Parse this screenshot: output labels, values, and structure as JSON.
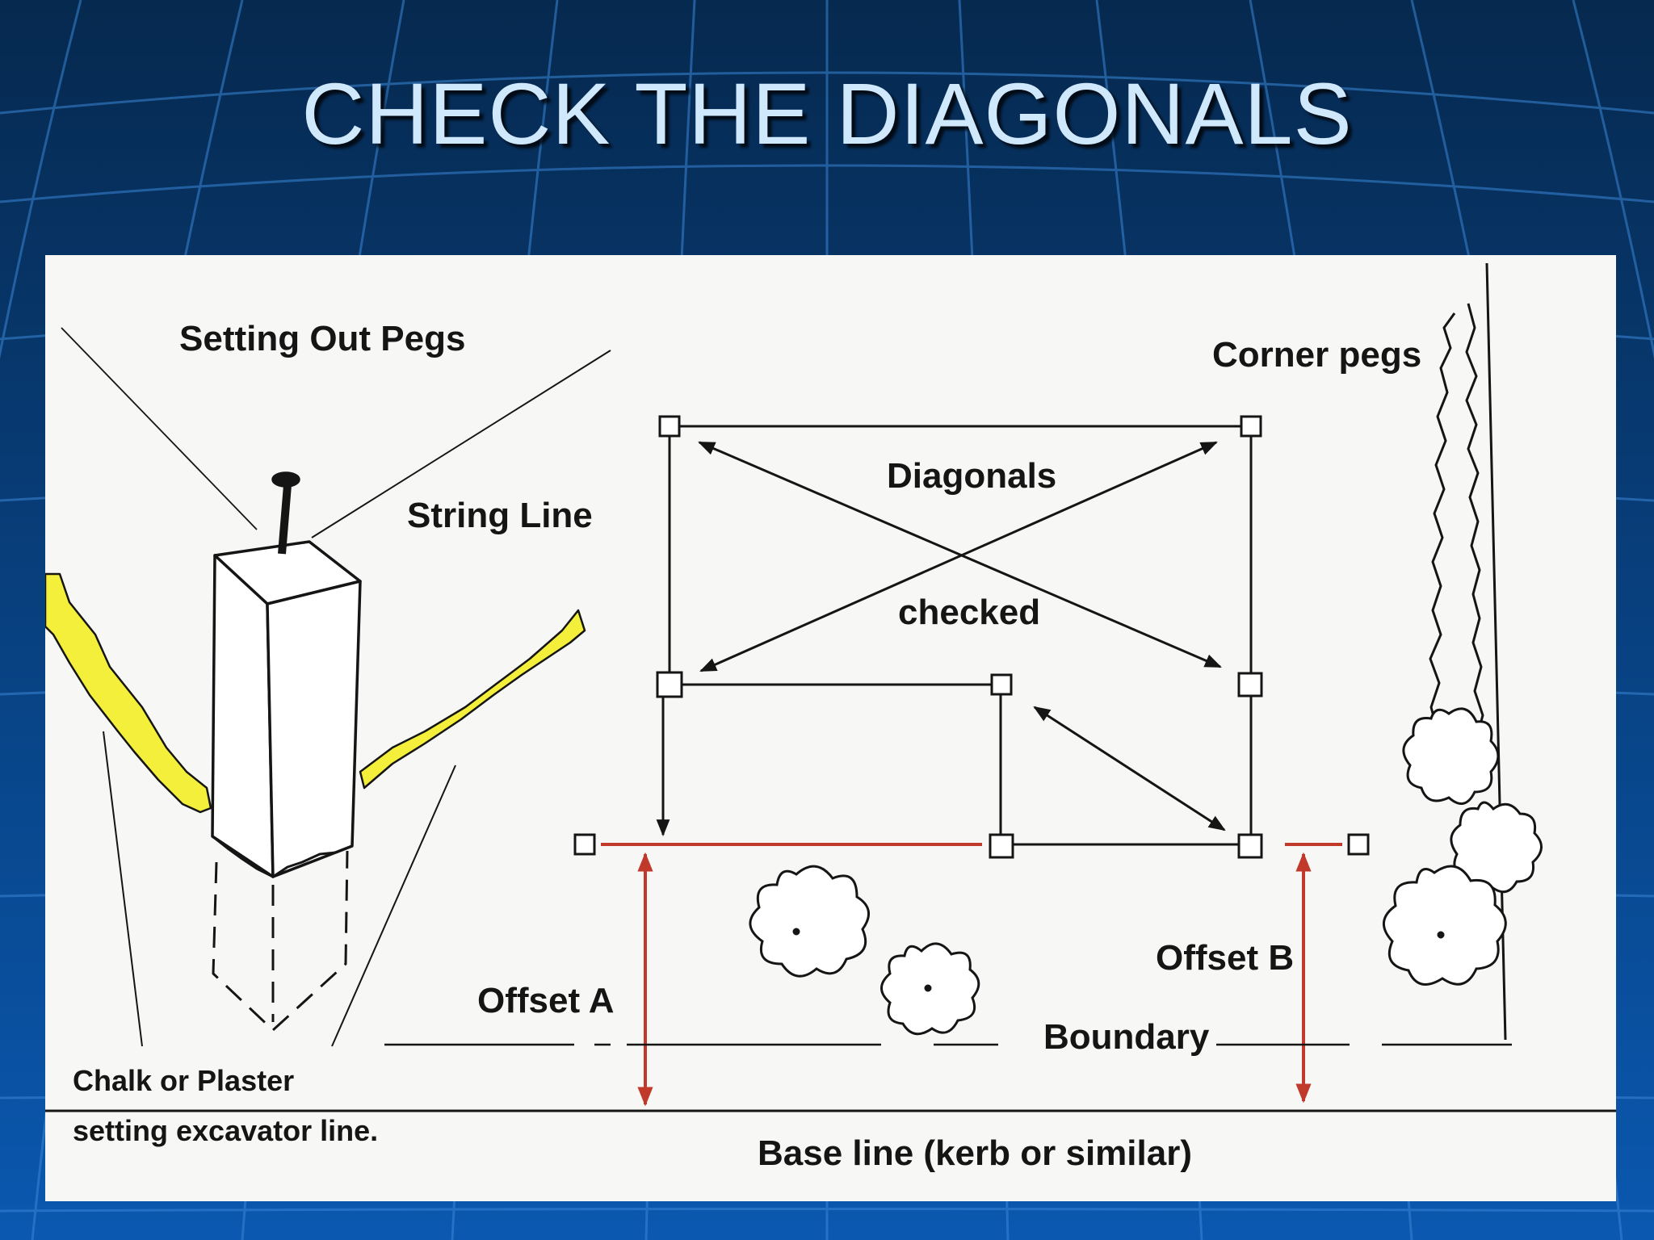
{
  "title": "CHECK THE DIAGONALS",
  "colors": {
    "background_top": "#06294f",
    "background_bottom": "#0a58b0",
    "title_text": "#cfe8fb",
    "panel": "#f7f7f5",
    "ink": "#151515",
    "offset_line": "#c0392b",
    "chalk": "#f4ef3a"
  },
  "diagram": {
    "labels": {
      "setting_out_pegs": "Setting Out Pegs",
      "string_line": "String Line",
      "diagonals": "Diagonals",
      "checked": "checked",
      "corner_pegs": "Corner pegs",
      "offset_a": "Offset A",
      "offset_b": "Offset B",
      "boundary": "Boundary",
      "chalk_line_1": "Chalk or Plaster",
      "chalk_line_2": "setting excavator line.",
      "base_line": "Base line (kerb or similar)"
    }
  }
}
